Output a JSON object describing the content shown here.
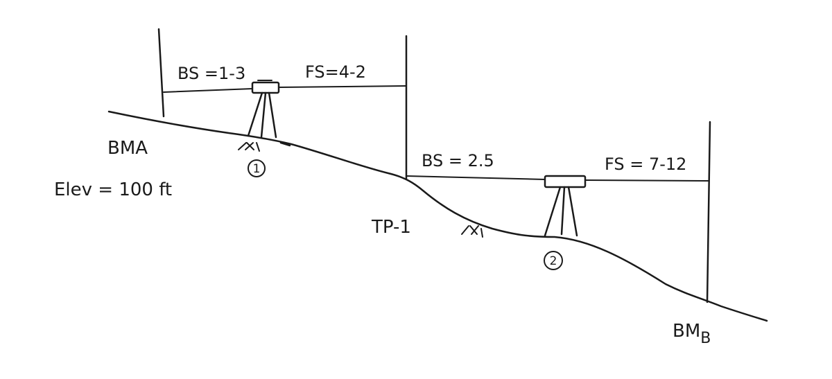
{
  "setup1": {
    "bs_label": "BS =1-3",
    "fs_label": "FS=4-2",
    "station_number": "1"
  },
  "setup2": {
    "bs_label": "BS = 2.5",
    "fs_label": "FS = 7-12",
    "station_number": "2"
  },
  "bench_mark_a": {
    "name": "BMA",
    "elevation_label": "Elev = 100 ft"
  },
  "turning_point": {
    "name": "TP-1"
  },
  "bench_mark_b": {
    "name": "BM",
    "subscript": "B"
  }
}
